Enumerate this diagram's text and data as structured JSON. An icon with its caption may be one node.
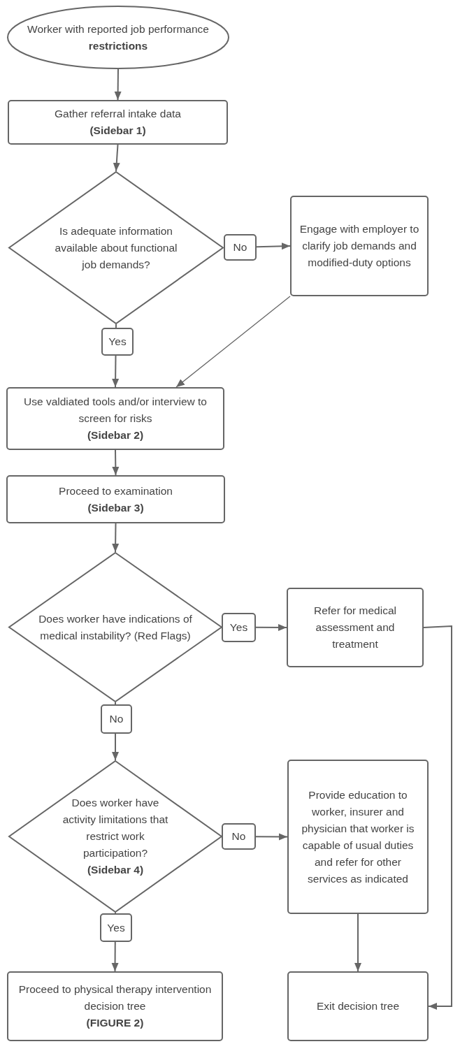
{
  "diagram": {
    "nodes": [
      {
        "text": [
          "Worker with reported job performance **restrictions**"
        ]
      },
      {
        "text": [
          "Gather referral intake data",
          "(Sidebar 1)"
        ]
      },
      {
        "text": [
          "Is adequate information available about functional job demands?"
        ]
      },
      {
        "text": [
          "Engage with employer to clarify job demands and modified-duty options"
        ]
      },
      {
        "text": [
          "Use valdiated tools and/or interview to screen for risks",
          "(Sidebar 2)"
        ]
      },
      {
        "text": [
          "Proceed to examination",
          "(Sidebar 3)"
        ]
      },
      {
        "text": [
          "Does worker have indications of medical instability? (Red Flags)"
        ]
      },
      {
        "text": [
          "Refer for medical assessment and treatment"
        ]
      },
      {
        "text": [
          "Does worker have activity limitations that restrict work participation?",
          "(Sidebar 4)"
        ]
      },
      {
        "text": [
          "Provide education to worker, insurer and physician that worker is capable of usual duties and refer for other services as indicated"
        ]
      },
      {
        "text": [
          "Proceed to physical therapy intervention decision tree",
          "(FIGURE 2)"
        ]
      },
      {
        "text": [
          "Exit decision tree"
        ]
      }
    ],
    "edges": [
      {
        "from": 0,
        "to": 1,
        "arrow": "to"
      },
      {
        "from": 1,
        "to": 2,
        "arrow": "to"
      },
      {
        "from": 2,
        "to": 3,
        "arrow": "to",
        "label": "No"
      },
      {
        "from": 2,
        "to": 4,
        "arrow": "to",
        "label": "Yes"
      },
      {
        "from": 3,
        "to": 4,
        "arrow": "to"
      },
      {
        "from": 4,
        "to": 5,
        "arrow": "to"
      },
      {
        "from": 5,
        "to": 6,
        "arrow": "to"
      },
      {
        "from": 6,
        "to": 7,
        "arrow": "to",
        "label": "Yes"
      },
      {
        "from": 6,
        "to": 8,
        "arrow": "to",
        "label": "No"
      },
      {
        "from": 8,
        "to": 9,
        "arrow": "to",
        "label": "No"
      },
      {
        "from": 8,
        "to": 10,
        "arrow": "to",
        "label": "Yes"
      },
      {
        "from": 9,
        "to": 11,
        "arrow": "to"
      },
      {
        "from": 7,
        "to": 11,
        "arrow": "to"
      }
    ]
  }
}
